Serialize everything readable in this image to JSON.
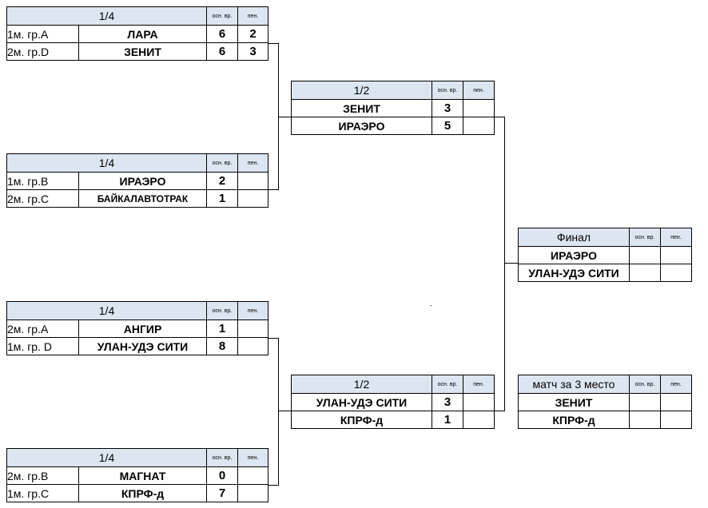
{
  "headers": {
    "col_main": "осн. вр.",
    "col_pen": "пен."
  },
  "quarterfinals": [
    {
      "title": "1/4",
      "rows": [
        {
          "seed": "1м. гр.А",
          "team": "ЛАРА",
          "score": "6",
          "pen": "2"
        },
        {
          "seed": "2м. гр.D",
          "team": "ЗЕНИТ",
          "score": "6",
          "pen": "3"
        }
      ]
    },
    {
      "title": "1/4",
      "rows": [
        {
          "seed": "1м. гр.В",
          "team": "ИРАЭРО",
          "score": "2",
          "pen": ""
        },
        {
          "seed": "2м. гр.С",
          "team": "БАЙКАЛАВТОТРАК",
          "score": "1",
          "pen": ""
        }
      ]
    },
    {
      "title": "1/4",
      "rows": [
        {
          "seed": "2м. гр.А",
          "team": "АНГИР",
          "score": "1",
          "pen": ""
        },
        {
          "seed": "1м. гр. D",
          "team": "УЛАН-УДЭ СИТИ",
          "score": "8",
          "pen": ""
        }
      ]
    },
    {
      "title": "1/4",
      "rows": [
        {
          "seed": "2м. гр.В",
          "team": "МАГНАТ",
          "score": "0",
          "pen": ""
        },
        {
          "seed": "1м. гр.С",
          "team": "КПРФ-д",
          "score": "7",
          "pen": ""
        }
      ]
    }
  ],
  "semifinals": [
    {
      "title": "1/2",
      "rows": [
        {
          "team": "ЗЕНИТ",
          "score": "3",
          "pen": ""
        },
        {
          "team": "ИРАЭРО",
          "score": "5",
          "pen": ""
        }
      ]
    },
    {
      "title": "1/2",
      "rows": [
        {
          "team": "УЛАН-УДЭ СИТИ",
          "score": "3",
          "pen": ""
        },
        {
          "team": "КПРФ-д",
          "score": "1",
          "pen": ""
        }
      ]
    }
  ],
  "final": {
    "title": "Финал",
    "rows": [
      {
        "team": "ИРАЭРО",
        "score": "",
        "pen": ""
      },
      {
        "team": "УЛАН-УДЭ СИТИ",
        "score": "",
        "pen": ""
      }
    ]
  },
  "third_place": {
    "title": "матч за 3 место",
    "rows": [
      {
        "team": "ЗЕНИТ",
        "score": "",
        "pen": ""
      },
      {
        "team": "КПРФ-д",
        "score": "",
        "pen": ""
      }
    ]
  }
}
